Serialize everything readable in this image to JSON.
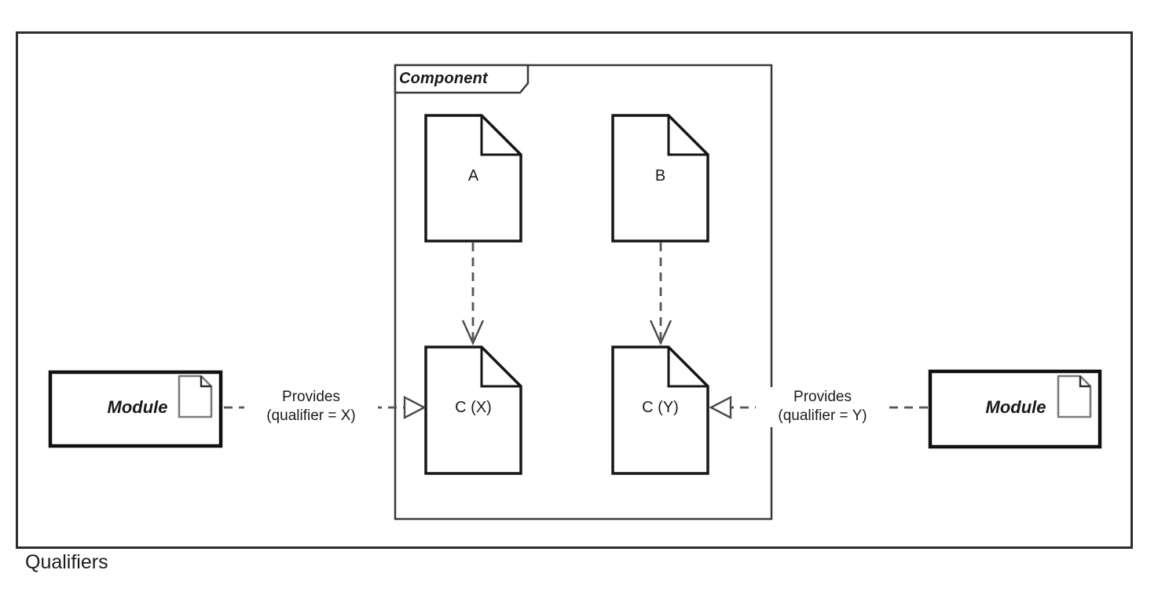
{
  "caption": "Qualifiers",
  "component": {
    "label": "Component",
    "files": {
      "a": "A",
      "b": "B",
      "cx": "C (X)",
      "cy": "C (Y)"
    }
  },
  "modules": {
    "left_label": "Module",
    "right_label": "Module"
  },
  "connectors": {
    "provides_x": {
      "line1": "Provides",
      "line2": "(qualifier = X)"
    },
    "provides_y": {
      "line1": "Provides",
      "line2": "(qualifier = Y)"
    }
  },
  "icons": {
    "file-icon": "dog-eared-document-outline",
    "module-file-icon": "small-gray-dog-eared-document",
    "realization-arrowhead-icon": "hollow-triangle",
    "dependency-arrowhead-icon": "open-v-chevron"
  },
  "colors": {
    "stroke_primary": "#161616",
    "stroke_frame": "#2e2e2e",
    "stroke_dashed": "#565656",
    "stroke_small_icon": "#7a7a7a",
    "background": "#ffffff"
  }
}
